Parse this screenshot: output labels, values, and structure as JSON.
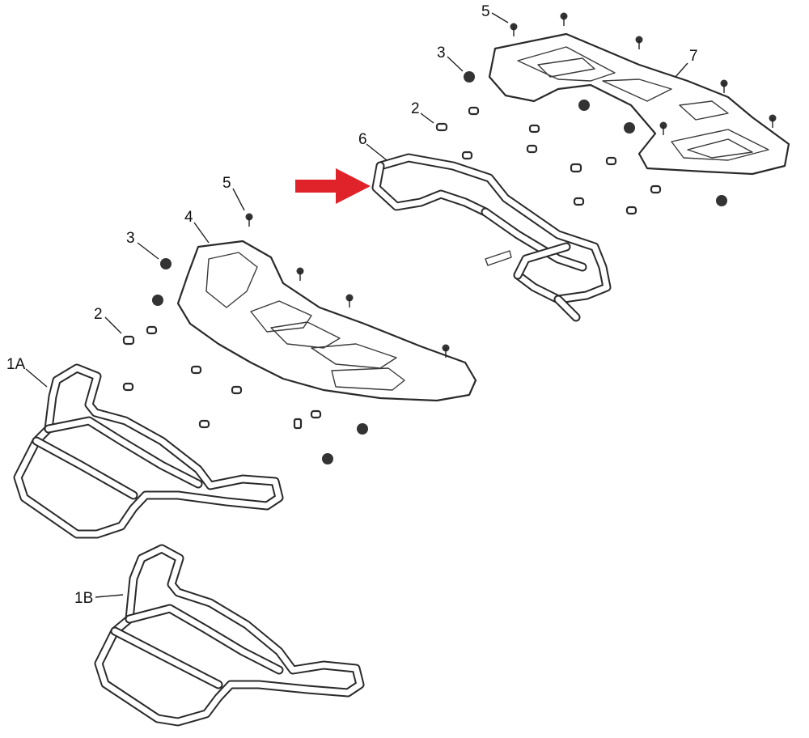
{
  "labels": {
    "l5_top": "5",
    "l7": "7",
    "l3_top": "3",
    "l2_top": "2",
    "l6": "6",
    "l5_mid": "5",
    "l4": "4",
    "l3_mid": "3",
    "l2_mid": "2",
    "l1a": "1A",
    "l1b": "1B"
  },
  "colors": {
    "arrow": "#e0222a",
    "line": "#2a2a2a"
  },
  "icons": {
    "pointer": "red-arrow-icon"
  }
}
